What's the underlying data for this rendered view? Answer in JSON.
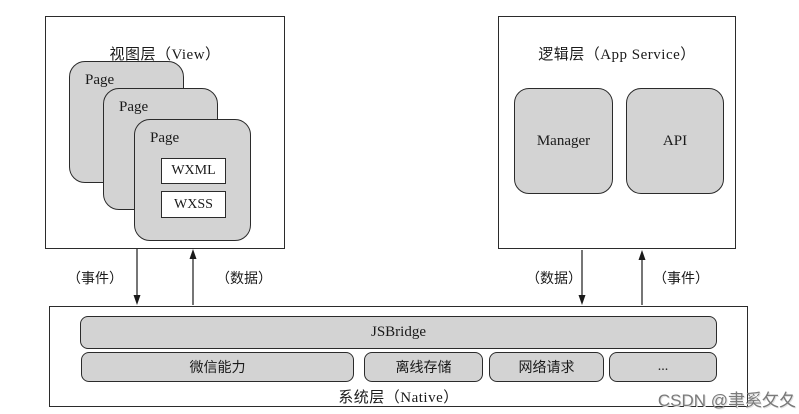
{
  "view_layer": {
    "title": "视图层（View）",
    "pages": [
      {
        "label": "Page"
      },
      {
        "label": "Page"
      },
      {
        "label": "Page",
        "files": [
          {
            "label": "WXML"
          },
          {
            "label": "WXSS"
          }
        ]
      }
    ]
  },
  "logic_layer": {
    "title": "逻辑层（App Service）",
    "modules": [
      {
        "label": "Manager"
      },
      {
        "label": "API"
      }
    ]
  },
  "system_layer": {
    "title": "系统层（Native）",
    "bridge_label": "JSBridge",
    "capabilities": [
      {
        "label": "微信能力"
      },
      {
        "label": "离线存储"
      },
      {
        "label": "网络请求"
      },
      {
        "label": "..."
      }
    ]
  },
  "connections": {
    "left_down_label": "（事件）",
    "left_up_label": "（数据）",
    "right_down_label": "（数据）",
    "right_up_label": "（事件）"
  },
  "watermark": "CSDN @聿奚攵夂",
  "colors": {
    "card_fill": "#d3d3d3",
    "line": "#2b2b2b",
    "watermark_gray": "#7a7a7a"
  }
}
